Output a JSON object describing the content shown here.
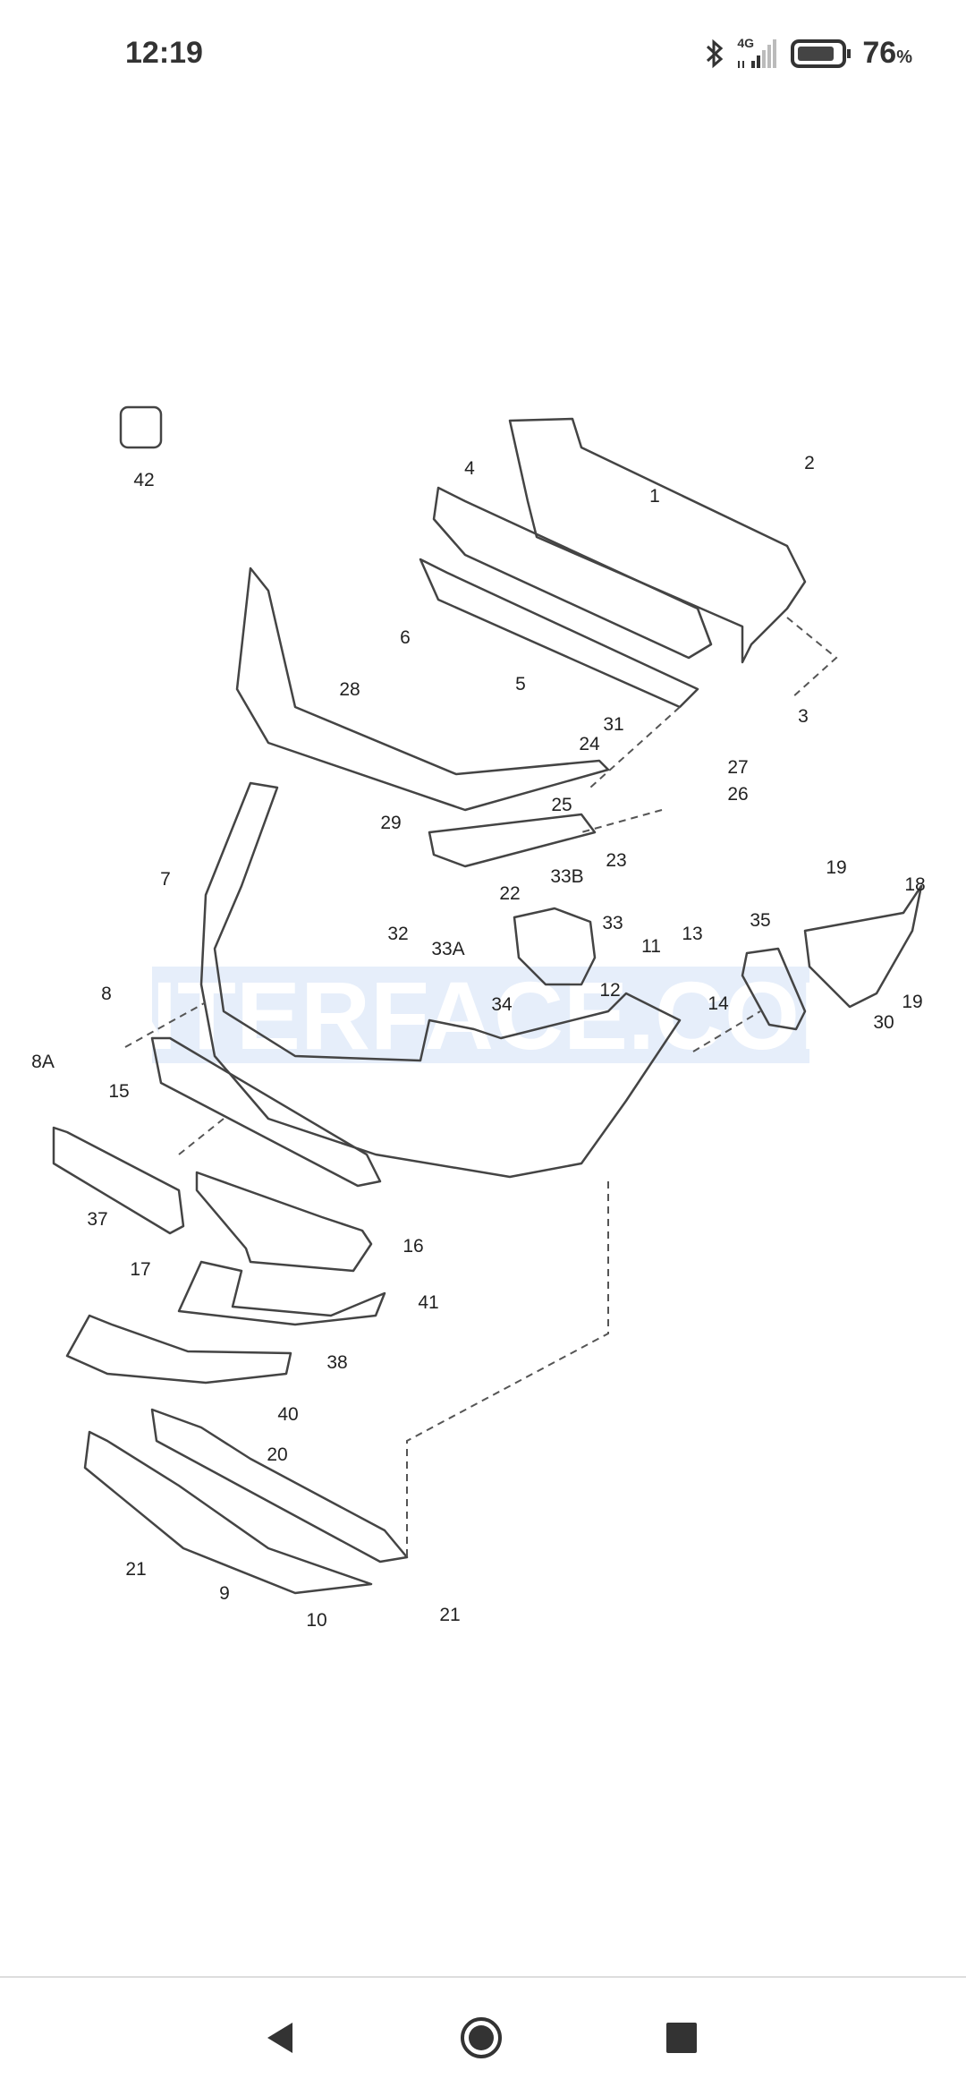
{
  "status_bar": {
    "time": "12:19",
    "network": "4G",
    "battery_percent": "76",
    "battery_unit": "%"
  },
  "diagram": {
    "watermark": "INTERFACE.COM",
    "callouts": [
      "42",
      "2",
      "1",
      "4",
      "6",
      "5",
      "3",
      "28",
      "31",
      "24",
      "27",
      "26",
      "25",
      "29",
      "23",
      "22",
      "7",
      "33B",
      "19",
      "18",
      "35",
      "32",
      "33",
      "13",
      "11",
      "33A",
      "34",
      "12",
      "14",
      "19",
      "30",
      "8",
      "8A",
      "15",
      "37",
      "16",
      "17",
      "41",
      "38",
      "40",
      "20",
      "21",
      "9",
      "10",
      "21"
    ]
  },
  "nav_bar": {
    "back": "back",
    "home": "home",
    "recents": "recents"
  }
}
